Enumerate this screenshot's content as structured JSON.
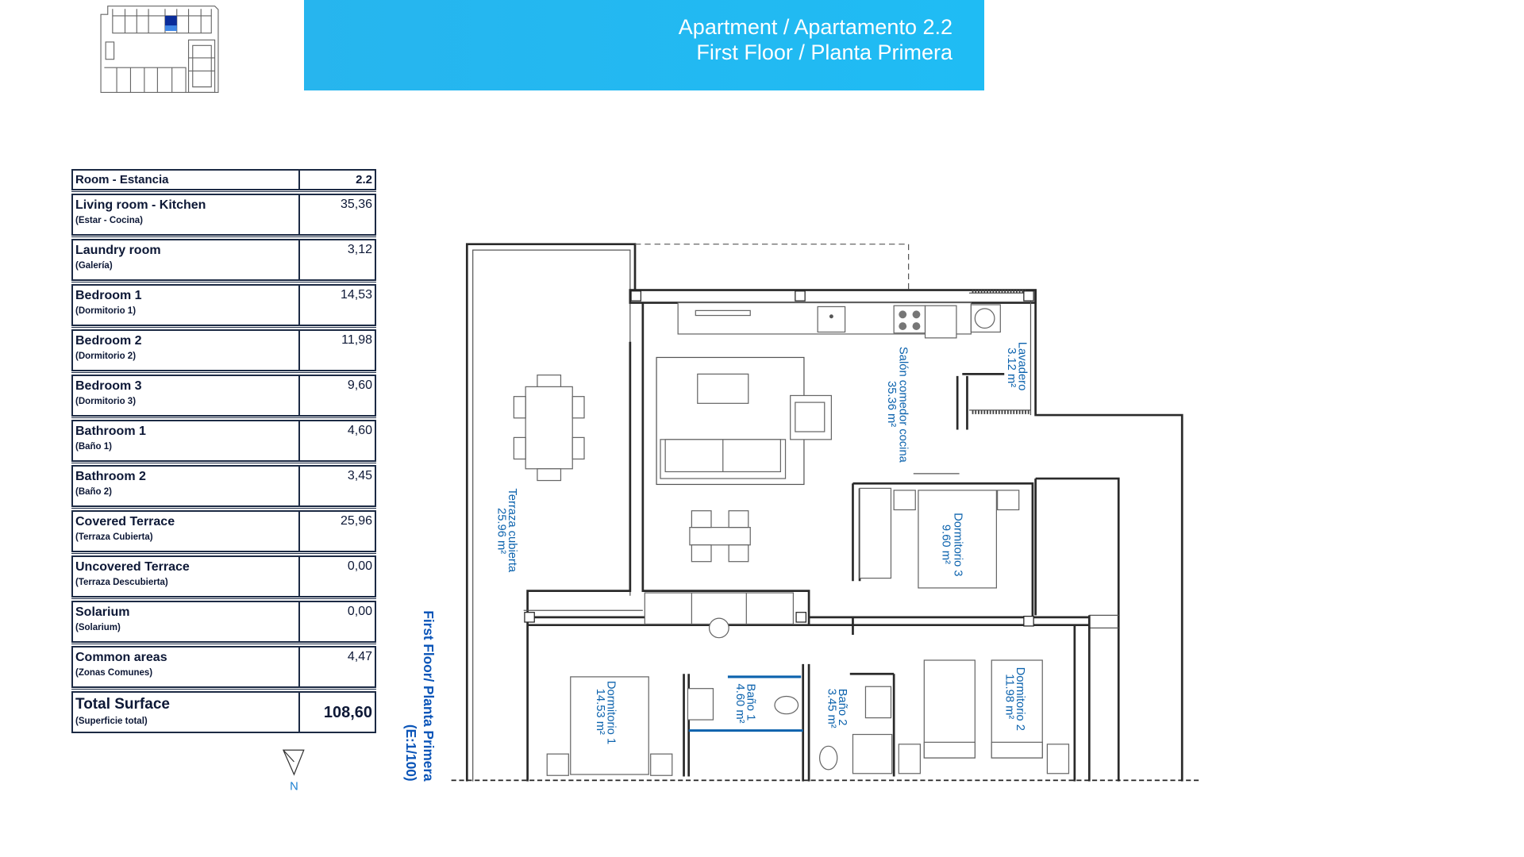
{
  "header": {
    "title_line1": "Apartment / Apartamento 2.2",
    "title_line2": "First Floor / Planta Primera",
    "banner_color": "#1fbcf4"
  },
  "table": {
    "header_label": "Room - Estancia",
    "header_value": "2.2",
    "rows": [
      {
        "name": "Living room - Kitchen",
        "sub": "(Estar - Cocina)",
        "value": "35,36"
      },
      {
        "name": "Laundry room",
        "sub": "(Galería)",
        "value": "3,12"
      },
      {
        "name": "Bedroom 1",
        "sub": "(Dormitorio 1)",
        "value": "14,53"
      },
      {
        "name": "Bedroom 2",
        "sub": "(Dormitorio 2)",
        "value": "11,98"
      },
      {
        "name": "Bedroom 3",
        "sub": "(Dormitorio 3)",
        "value": "9,60"
      },
      {
        "name": "Bathroom 1",
        "sub": "(Baño 1)",
        "value": "4,60"
      },
      {
        "name": "Bathroom 2",
        "sub": "(Baño 2)",
        "value": "3,45"
      },
      {
        "name": "Covered Terrace",
        "sub": "(Terraza Cubierta)",
        "value": "25,96"
      },
      {
        "name": "Uncovered Terrace",
        "sub": "(Terraza Descubierta)",
        "value": "0,00"
      },
      {
        "name": "Solarium",
        "sub": "(Solarium)",
        "value": "0,00"
      },
      {
        "name": "Common areas",
        "sub": "(Zonas Comunes)",
        "value": "4,47"
      }
    ],
    "total": {
      "name": "Total Surface",
      "sub": "(Superficie total)",
      "value": "108,60"
    }
  },
  "north_label": "N",
  "plan": {
    "floor_label": "First Floor/ Planta Primera",
    "scale_label": "(E:1/100)",
    "label_color": "#0b62ad",
    "rooms": [
      {
        "name": "Salón comedor cocina",
        "area": "35.36 m²"
      },
      {
        "name": "Lavadero",
        "area": "3.12 m²"
      },
      {
        "name": "Terraza cubierta",
        "area": "25.96 m²"
      },
      {
        "name": "Dormitorio 3",
        "area": "9.60 m²"
      },
      {
        "name": "Dormitorio 1",
        "area": "14.53 m²"
      },
      {
        "name": "Baño 1",
        "area": "4.60 m²"
      },
      {
        "name": "Baño 2",
        "area": "3.45 m²"
      },
      {
        "name": "Dormitorio 2",
        "area": "11.98 m²"
      }
    ]
  }
}
